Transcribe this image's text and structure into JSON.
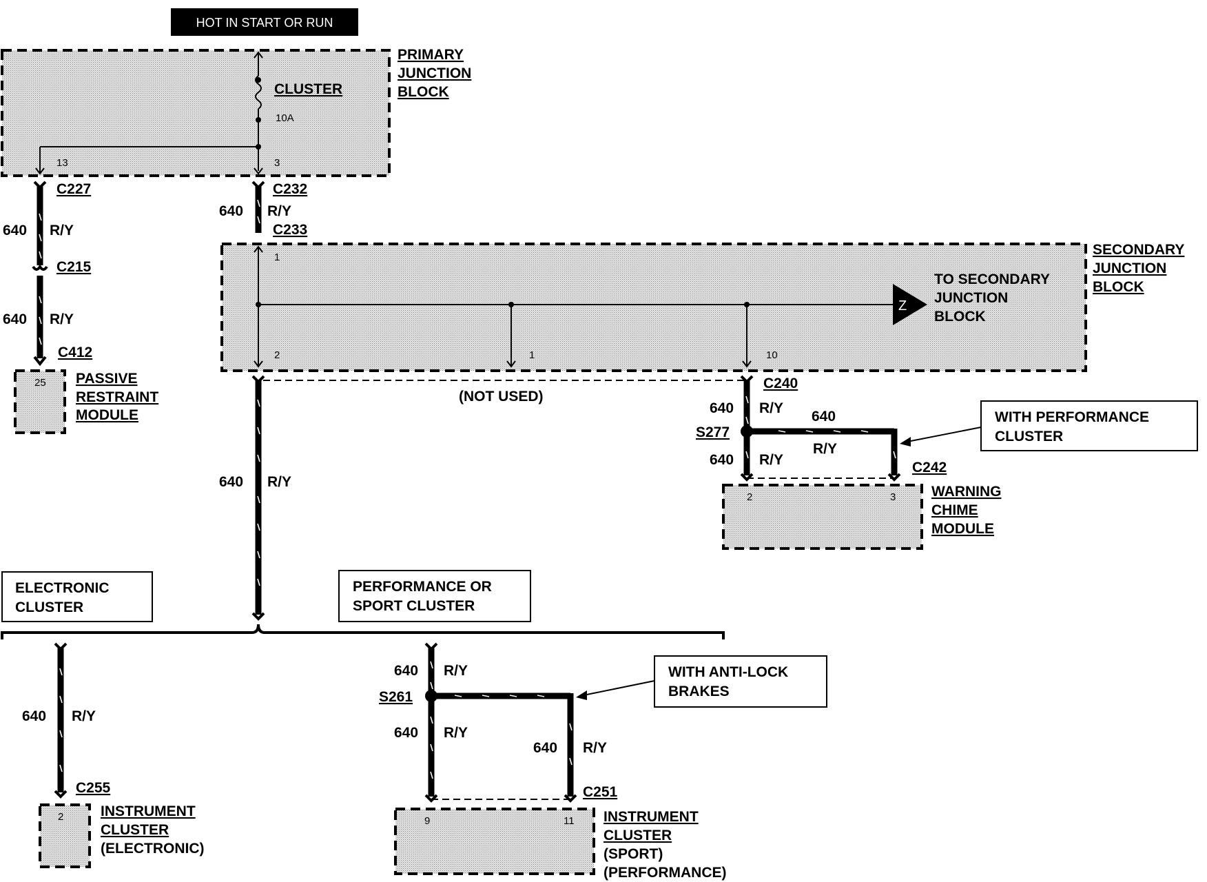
{
  "banner": "HOT IN START OR RUN",
  "primary_block": {
    "lines": [
      "PRIMARY",
      "JUNCTION",
      "BLOCK"
    ],
    "fuse_name": "CLUSTER",
    "fuse_rating": "10A",
    "pin_13": "13",
    "pin_3": "3"
  },
  "connectors": {
    "c227": "C227",
    "c232": "C232",
    "c233": "C233",
    "c215": "C215",
    "c412": "C412",
    "c240": "C240",
    "c242": "C242",
    "c255": "C255",
    "c251": "C251"
  },
  "splices": {
    "s277": "S277",
    "s261": "S261"
  },
  "wire": {
    "circuit": "640",
    "color": "R/Y"
  },
  "passive_restraint": {
    "lines": [
      "PASSIVE",
      "RESTRAINT",
      "MODULE"
    ],
    "pin": "25"
  },
  "secondary_block": {
    "lines": [
      "SECONDARY",
      "JUNCTION",
      "BLOCK"
    ],
    "to_lines": [
      "TO SECONDARY",
      "JUNCTION",
      "BLOCK"
    ],
    "arrow_letter": "Z",
    "pin_1_top": "1",
    "pin_2": "2",
    "pin_1": "1",
    "pin_10": "10"
  },
  "not_used": "(NOT USED)",
  "with_performance": [
    "WITH PERFORMANCE",
    "CLUSTER"
  ],
  "warning_chime": {
    "lines": [
      "WARNING",
      "CHIME",
      "MODULE"
    ],
    "pin_2": "2",
    "pin_3": "3"
  },
  "electronic_cluster": [
    "ELECTRONIC",
    "CLUSTER"
  ],
  "performance_sport": [
    "PERFORMANCE OR",
    "SPORT CLUSTER"
  ],
  "with_antilock": [
    "WITH ANTI-LOCK",
    "BRAKES"
  ],
  "instrument_electronic": {
    "lines": [
      "INSTRUMENT",
      "CLUSTER",
      "(ELECTRONIC)"
    ],
    "pin": "2"
  },
  "instrument_sport": {
    "lines": [
      "INSTRUMENT",
      "CLUSTER",
      "(SPORT)",
      "(PERFORMANCE)"
    ],
    "pin_9": "9",
    "pin_11": "11"
  }
}
